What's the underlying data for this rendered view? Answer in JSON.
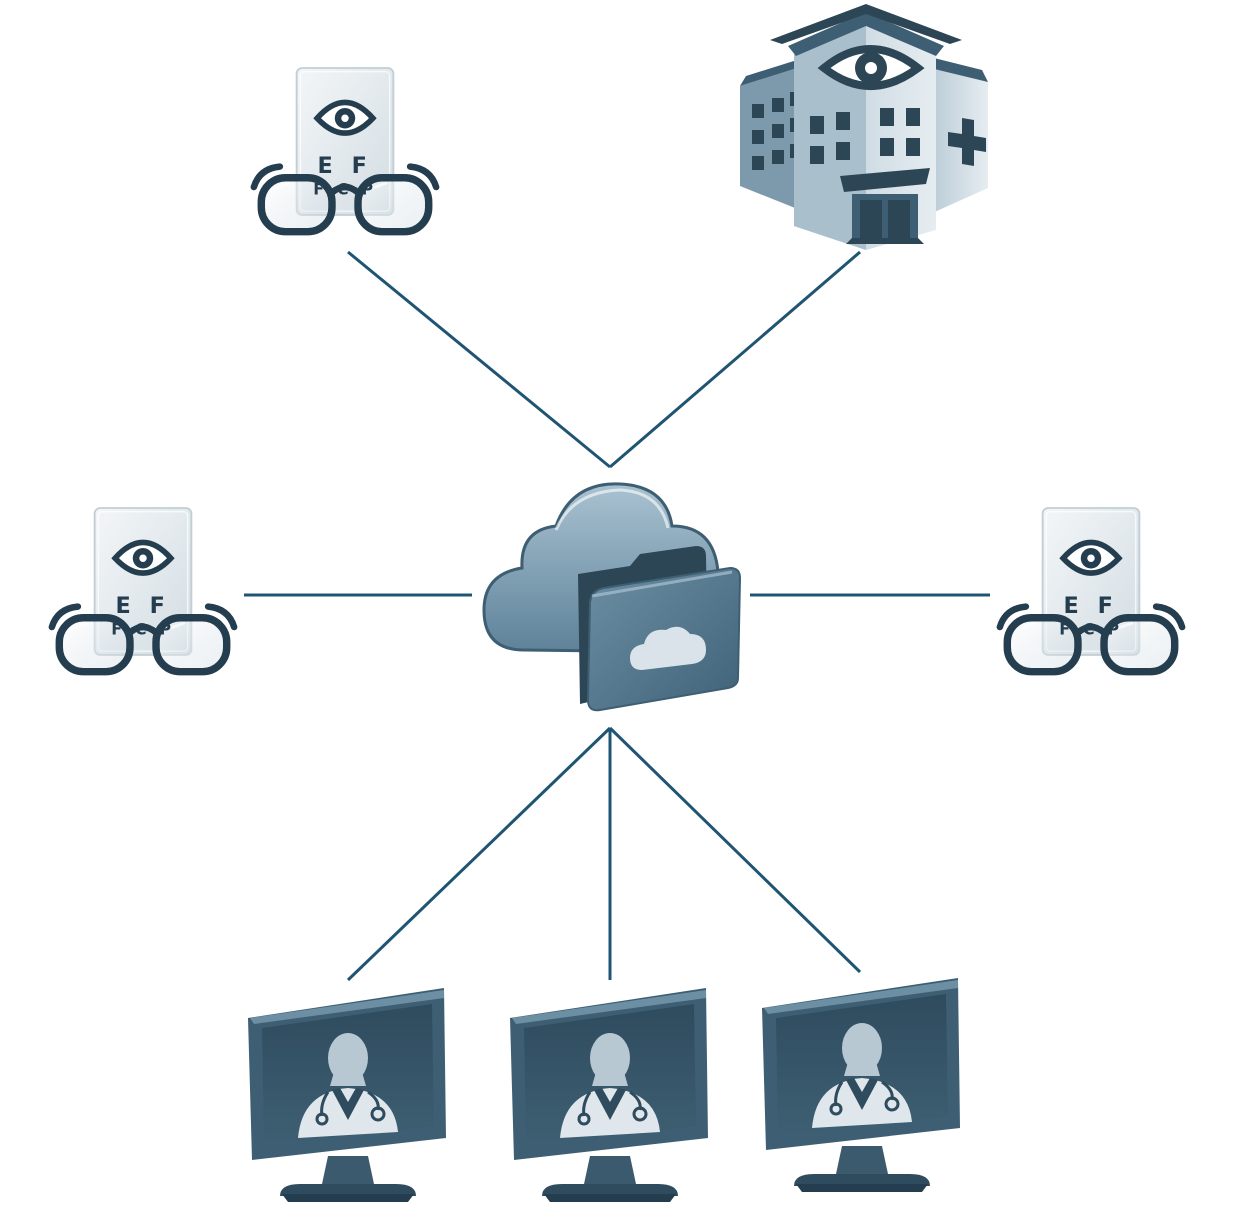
{
  "colors": {
    "background": "#ffffff",
    "connector": "#1f5472",
    "dark": "#2d4656",
    "mid": "#4d7187",
    "light": "#b8c8d2",
    "paper": "#e9eef1",
    "cloud": "#6f93a9",
    "cloud_light": "#a9c2d1"
  },
  "nodes": {
    "hub": {
      "icon": "cloud-folder-icon"
    },
    "clinic_top_left": {
      "icon": "eye-chart-glasses-icon",
      "chart_row1": "E F",
      "chart_row2": "F C P"
    },
    "eye_hospital": {
      "icon": "eye-hospital-icon"
    },
    "clinic_left": {
      "icon": "eye-chart-glasses-icon",
      "chart_row1": "E F",
      "chart_row2": "F C P"
    },
    "clinic_right": {
      "icon": "eye-chart-glasses-icon",
      "chart_row1": "E F",
      "chart_row2": "F C P"
    },
    "doctor_monitor_1": {
      "icon": "doctor-monitor-icon"
    },
    "doctor_monitor_2": {
      "icon": "doctor-monitor-icon"
    },
    "doctor_monitor_3": {
      "icon": "doctor-monitor-icon"
    }
  },
  "connections": [
    {
      "from": "hub",
      "to": "clinic_top_left"
    },
    {
      "from": "hub",
      "to": "eye_hospital"
    },
    {
      "from": "hub",
      "to": "clinic_left"
    },
    {
      "from": "hub",
      "to": "clinic_right"
    },
    {
      "from": "hub",
      "to": "doctor_monitor_1"
    },
    {
      "from": "hub",
      "to": "doctor_monitor_2"
    },
    {
      "from": "hub",
      "to": "doctor_monitor_3"
    }
  ]
}
